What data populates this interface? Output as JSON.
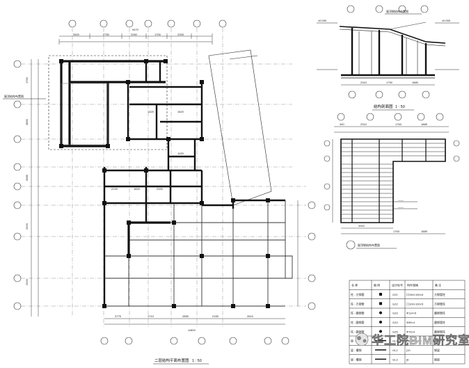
{
  "drawing": {
    "plan_title": "二层结构平面布置图",
    "plan_scale": "1 : 50",
    "section_title": "结构剖面图",
    "section_scale": "1 : 50",
    "roof_callout": "屋顶钢结构布置图",
    "roof_plan_title": "屋顶钢结构布置图",
    "left_callout": "屋顶结构布置图",
    "plan_top_dims": [
      "2820",
      "2750",
      "2260",
      "1700",
      "2325"
    ],
    "plan_top_total": "9470",
    "plan_bottom_dims": [
      "3775",
      "1710",
      "2855",
      "2155",
      "2610"
    ],
    "plan_bottom_total": "11800",
    "plan_left_dims": [
      "1750",
      "3890",
      "3985",
      "2520",
      "2920"
    ],
    "section_dims": [
      "2310",
      "1790",
      "1880"
    ],
    "roof_top_dims": [
      "340",
      "2310",
      "1763",
      "1885"
    ],
    "roof_bottom_dims": [
      "3310",
      "1763",
      "1885"
    ],
    "room_dims": [
      "1420",
      "1620",
      "1020",
      "2120",
      "1820",
      "2320"
    ]
  },
  "legend": {
    "headers": [
      "名 称",
      "图 例",
      "设计标号",
      "构件规格",
      "备 注"
    ],
    "rows": [
      {
        "name": "柱 - 方钢管",
        "code": "GZ1",
        "spec": "口150×150×6",
        "note": "方钢管柱"
      },
      {
        "name": "柱 - 方钢管",
        "code": "GZ2",
        "spec": "口100×100×5",
        "note": "方钢管柱"
      },
      {
        "name": "柱 - 圆钢管",
        "code": "GZ3",
        "spec": "Φ114×5",
        "note": "圆钢管柱"
      },
      {
        "name": "柱 - 圆钢管",
        "code": "GZ4",
        "spec": "Φ89×4",
        "note": "圆钢管柱"
      },
      {
        "name": "柱 - 圆钢管",
        "code": "GZ5",
        "spec": "Φ76×4",
        "note": "圆钢管柱"
      },
      {
        "name": "梁 - 工字钢",
        "code": "GL1",
        "spec": "HN200×100",
        "note": "钢梁"
      },
      {
        "name": "梁 - 槽钢",
        "code": "GL2",
        "spec": "[10",
        "note": "钢梁"
      },
      {
        "name": "梁 - 槽钢",
        "code": "GL3",
        "spec": "[8",
        "note": "钢梁"
      }
    ]
  },
  "watermark": {
    "text": "华工院BIM研究室"
  }
}
